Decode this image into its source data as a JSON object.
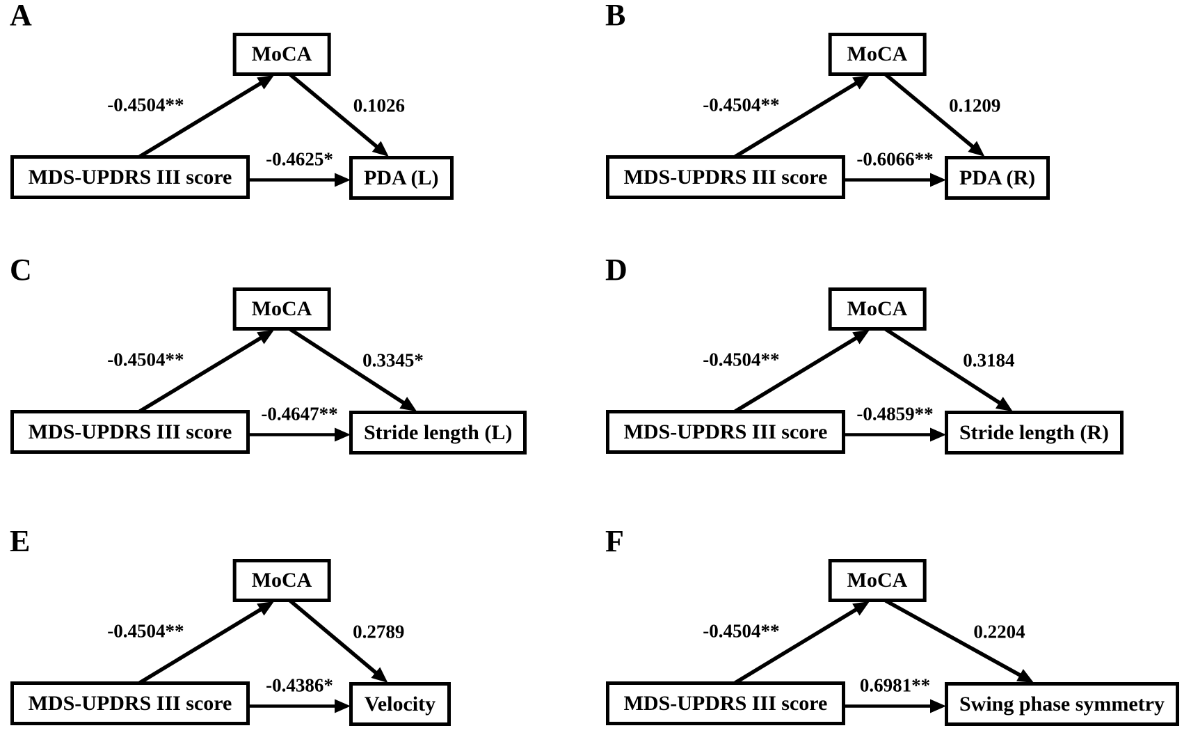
{
  "figure": {
    "type": "mediation-path-diagrams",
    "mediator": "MoCA",
    "predictor": "MDS-UPDRS III score",
    "colors": {
      "ink": "#000000",
      "background": "#ffffff"
    }
  },
  "panels": [
    {
      "letter": "A",
      "mediator": "MoCA",
      "predictor": "MDS-UPDRS III score",
      "outcome": "PDA (L)",
      "path_a": "-0.4504**",
      "path_b": "0.1026",
      "path_c": "-0.4625*"
    },
    {
      "letter": "B",
      "mediator": "MoCA",
      "predictor": "MDS-UPDRS III score",
      "outcome": "PDA (R)",
      "path_a": "-0.4504**",
      "path_b": "0.1209",
      "path_c": "-0.6066**"
    },
    {
      "letter": "C",
      "mediator": "MoCA",
      "predictor": "MDS-UPDRS III score",
      "outcome": "Stride length (L)",
      "path_a": "-0.4504**",
      "path_b": "0.3345*",
      "path_c": "-0.4647**"
    },
    {
      "letter": "D",
      "mediator": "MoCA",
      "predictor": "MDS-UPDRS III score",
      "outcome": "Stride length (R)",
      "path_a": "-0.4504**",
      "path_b": "0.3184",
      "path_c": "-0.4859**"
    },
    {
      "letter": "E",
      "mediator": "MoCA",
      "predictor": "MDS-UPDRS III score",
      "outcome": "Velocity",
      "path_a": "-0.4504**",
      "path_b": "0.2789",
      "path_c": "-0.4386*"
    },
    {
      "letter": "F",
      "mediator": "MoCA",
      "predictor": "MDS-UPDRS III score",
      "outcome": "Swing phase symmetry",
      "path_a": "-0.4504**",
      "path_b": "0.2204",
      "path_c": "0.6981**"
    }
  ]
}
